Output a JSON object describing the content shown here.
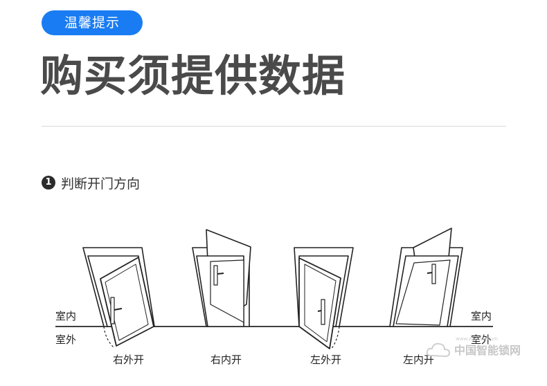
{
  "badge": {
    "label": "温馨提示"
  },
  "header": {
    "title": "购买须提供数据"
  },
  "step": {
    "number": "1",
    "label": "判断开门方向"
  },
  "sides": {
    "indoor": "室内",
    "outdoor": "室外"
  },
  "doors": [
    {
      "label": "右外开"
    },
    {
      "label": "右内开"
    },
    {
      "label": "左外开"
    },
    {
      "label": "左内开"
    }
  ],
  "watermark": {
    "text": "中国智能锁网",
    "url": "www.zgznsw.com"
  },
  "colors": {
    "accent": "#1a7cf2",
    "title": "#4a4a4a",
    "line": "#222222"
  }
}
